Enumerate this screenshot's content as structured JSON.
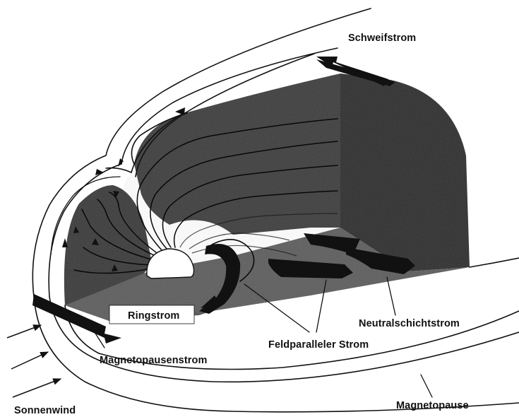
{
  "labels": {
    "schweifstrom": "Schweifstrom",
    "ringstrom": "Ringstrom",
    "neutralschichtstrom": "Neutralschichtstrom",
    "feldparalleler_strom": "Feldparalleler Strom",
    "magnetopausenstrom": "Magnetopausenstrom",
    "sonnenwind": "Sonnenwind",
    "magnetopause": "Magnetopause"
  },
  "colors": {
    "ink": "#111111",
    "cutaway_dark": "#3a3a3a",
    "cutaway_darker": "#2a2a2a",
    "floor": "#5a5a5a",
    "earth": "#ffffff",
    "background": "#ffffff"
  },
  "icons": {
    "current_arrow": "thick-black-arrow",
    "flow_arrow": "thin-arrow"
  }
}
